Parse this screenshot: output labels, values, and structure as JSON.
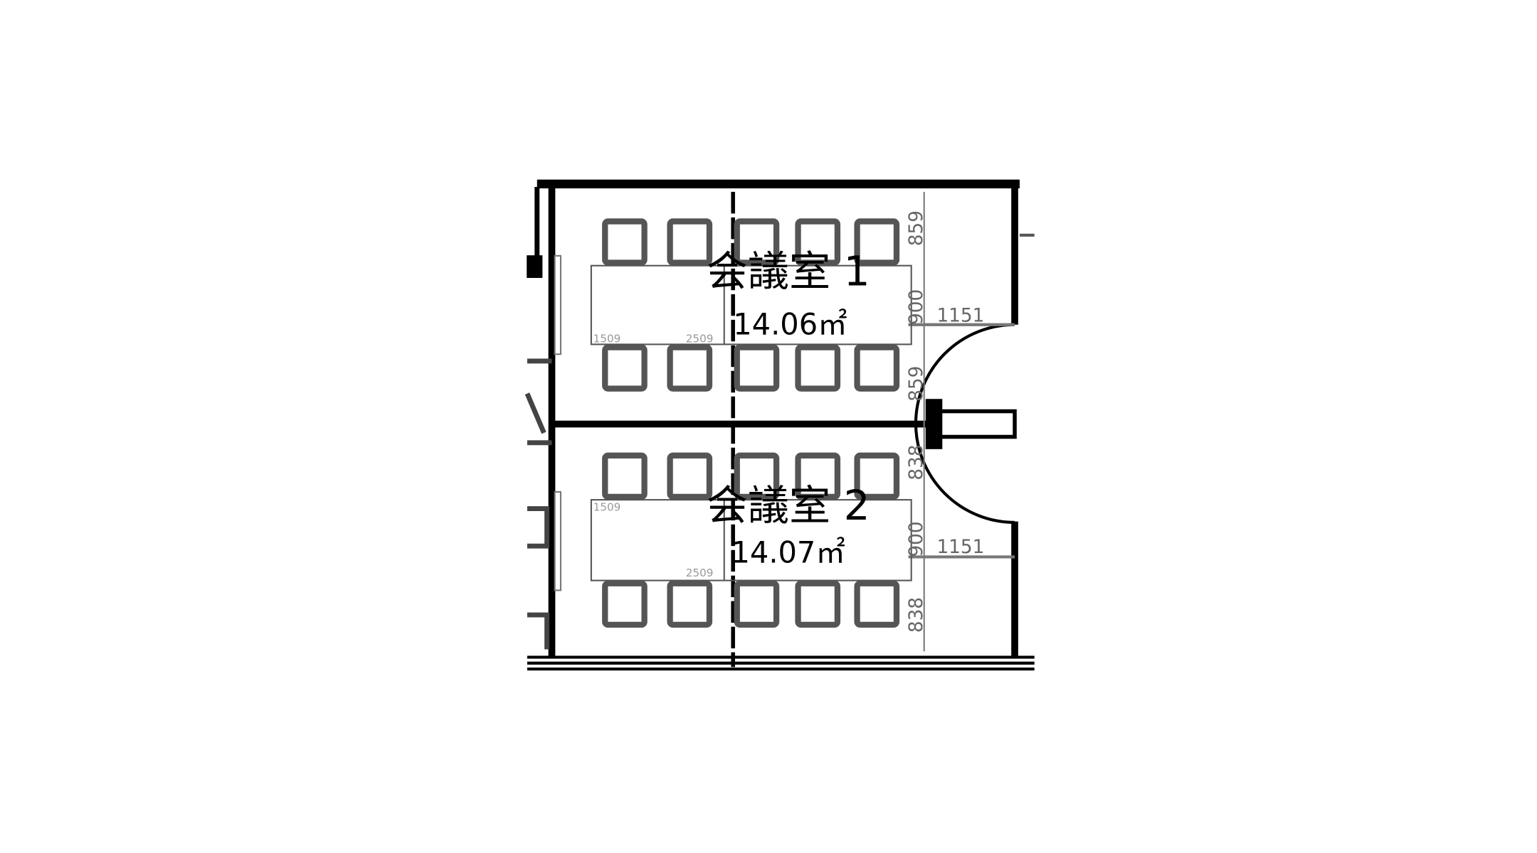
{
  "rooms": [
    {
      "name": "会議室 1",
      "area": "14.06㎡",
      "dims": {
        "top": "859",
        "table": "900",
        "bottom": "859",
        "door": "1151"
      },
      "table_labels": [
        "1509",
        "2509"
      ]
    },
    {
      "name": "会議室 2",
      "area": "14.07㎡",
      "dims": {
        "top": "838",
        "table": "900",
        "bottom": "838",
        "door": "1151"
      },
      "table_labels": [
        "1509",
        "2509"
      ]
    }
  ],
  "colors": {
    "wall": "#000000",
    "furniture": "#555555",
    "dimension": "#777777"
  }
}
